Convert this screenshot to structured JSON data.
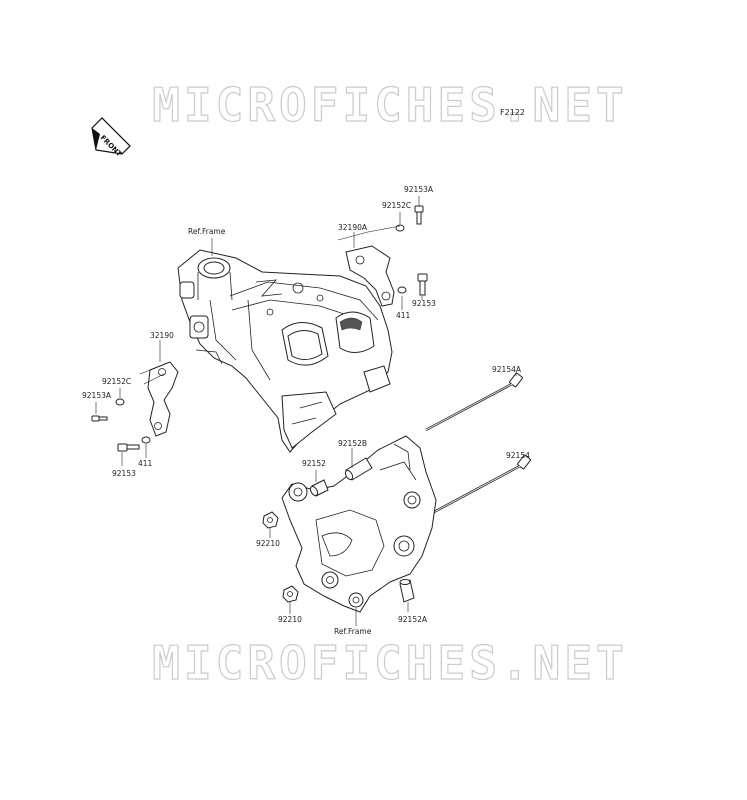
{
  "watermark": "MICROFICHES.NET",
  "figure_code": "F2122",
  "front_label": "FRONT",
  "labels": {
    "ref_frame_top": "Ref.Frame",
    "ref_frame_bottom": "Ref.Frame",
    "p32190A": "32190A",
    "p92153A_r": "92153A",
    "p92152C_r": "92152C",
    "p411_r": "411",
    "p92153_r": "92153",
    "p32190": "32190",
    "p92152C_l": "92152C",
    "p92153A_l": "92153A",
    "p411_l": "411",
    "p92153_l": "92153",
    "p92154A": "92154A",
    "p92154": "92154",
    "p92152B": "92152B",
    "p92152": "92152",
    "p92210_a": "92210",
    "p92210_b": "92210",
    "p92152A": "92152A"
  },
  "icons": {
    "front_arrow": "front-arrow-icon"
  }
}
